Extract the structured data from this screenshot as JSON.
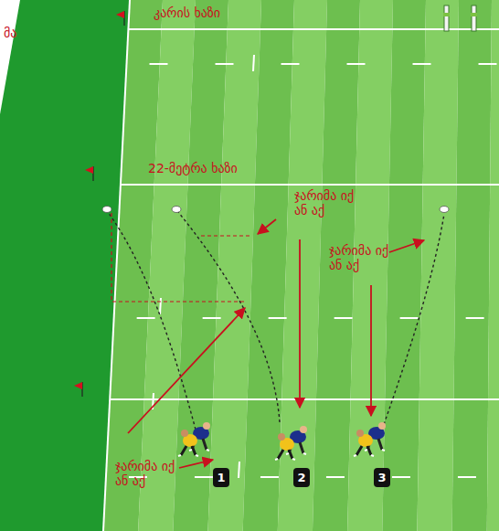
{
  "diagram": {
    "nodes": [
      {
        "text": [
          "1"
        ]
      },
      {
        "text": [
          "2"
        ]
      },
      {
        "text": [
          "3"
        ]
      }
    ],
    "labels": [
      "მა",
      "კარის ხაზი",
      "22-მეტრა ხაზი",
      "ჯარიმა იქ ან აქ",
      "ჯარიმა იქ ან აქ",
      "ჯარიმა იქ ან აქ"
    ]
  }
}
